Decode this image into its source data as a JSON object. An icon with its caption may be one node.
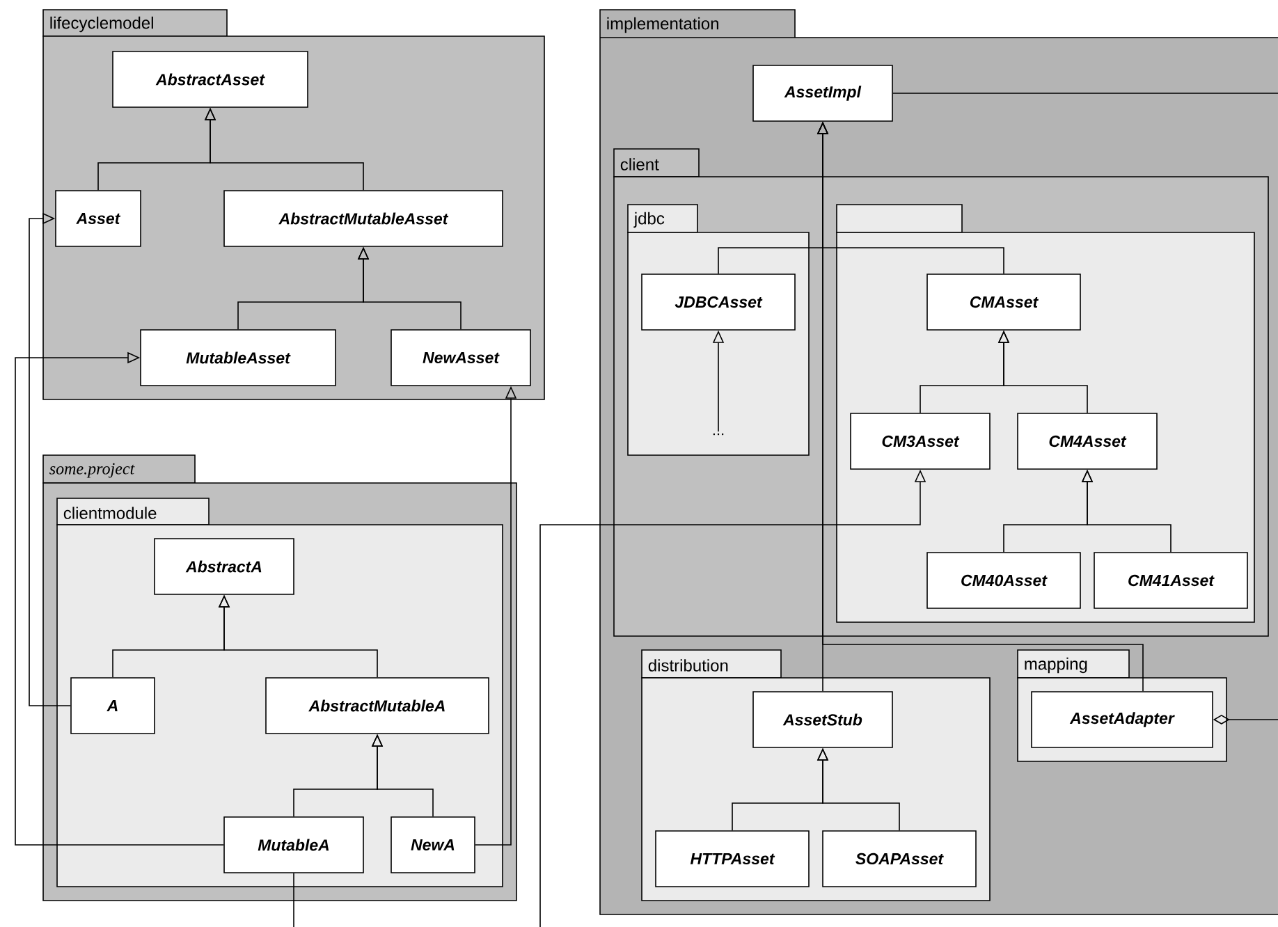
{
  "diagram": {
    "nodes": [
      {
        "text": [
          "lifecyclemodel"
        ]
      },
      {
        "text": [
          "AbstractAsset"
        ],
        "in": 0
      },
      {
        "text": [
          "Asset"
        ],
        "in": 0
      },
      {
        "text": [
          "AbstractMutableAsset"
        ],
        "in": 0
      },
      {
        "text": [
          "MutableAsset"
        ],
        "in": 0
      },
      {
        "text": [
          "NewAsset"
        ],
        "in": 0
      },
      {
        "text": [
          "some.project"
        ]
      },
      {
        "text": [
          "clientmodule"
        ],
        "in": 6
      },
      {
        "text": [
          "AbstractA"
        ],
        "in": 7
      },
      {
        "text": [
          "A"
        ],
        "in": 7
      },
      {
        "text": [
          "AbstractMutableA"
        ],
        "in": 7
      },
      {
        "text": [
          "MutableA"
        ],
        "in": 7
      },
      {
        "text": [
          "NewA"
        ],
        "in": 7
      },
      {
        "text": [
          "implementation"
        ]
      },
      {
        "text": [
          "AssetImpl"
        ],
        "in": 13
      },
      {
        "text": [
          "client"
        ],
        "in": 13
      },
      {
        "text": [
          "jdbc"
        ],
        "in": 15
      },
      {
        "text": [
          "JDBCAsset"
        ],
        "in": 16
      },
      {
        "text": [
          "..."
        ],
        "in": 16
      },
      {
        "text": [],
        "shape": "box",
        "in": 15
      },
      {
        "text": [
          "CMAsset"
        ],
        "in": 19
      },
      {
        "text": [
          "CM3Asset"
        ],
        "in": 19
      },
      {
        "text": [
          "CM4Asset"
        ],
        "in": 19
      },
      {
        "text": [
          "CM40Asset"
        ],
        "in": 19
      },
      {
        "text": [
          "CM41Asset"
        ],
        "in": 19
      },
      {
        "text": [
          "distribution"
        ],
        "in": 13
      },
      {
        "text": [
          "AssetStub"
        ],
        "in": 25
      },
      {
        "text": [
          "HTTPAsset"
        ],
        "in": 25
      },
      {
        "text": [
          "SOAPAsset"
        ],
        "in": 25
      },
      {
        "text": [
          "mapping"
        ],
        "in": 13
      },
      {
        "text": [
          "AssetAdapter"
        ],
        "in": 29
      }
    ],
    "edges": [
      {
        "from": 2,
        "to": 1,
        "arrow": "to"
      },
      {
        "from": 3,
        "to": 1,
        "arrow": "to"
      },
      {
        "from": 4,
        "to": 3,
        "arrow": "to"
      },
      {
        "from": 5,
        "to": 3,
        "arrow": "to"
      },
      {
        "from": 9,
        "to": 2,
        "arrow": "to"
      },
      {
        "from": 11,
        "to": 4,
        "arrow": "to"
      },
      {
        "from": 12,
        "to": 5,
        "arrow": "to"
      },
      {
        "from": 9,
        "to": 8,
        "arrow": "to"
      },
      {
        "from": 10,
        "to": 8,
        "arrow": "to"
      },
      {
        "from": 11,
        "to": 10,
        "arrow": "to"
      },
      {
        "from": 12,
        "to": 10,
        "arrow": "to"
      },
      {
        "from": 11,
        "to": null,
        "arrow": "none"
      },
      {
        "from": null,
        "to": 21,
        "arrow": "to"
      },
      {
        "from": 17,
        "to": 14,
        "arrow": "to"
      },
      {
        "from": 20,
        "to": 14,
        "arrow": "to"
      },
      {
        "from": 26,
        "to": 14,
        "arrow": "to"
      },
      {
        "from": 30,
        "to": 14,
        "arrow": "to"
      },
      {
        "from": 18,
        "to": 17,
        "arrow": "to"
      },
      {
        "from": 21,
        "to": 20,
        "arrow": "to"
      },
      {
        "from": 22,
        "to": 20,
        "arrow": "to"
      },
      {
        "from": 23,
        "to": 22,
        "arrow": "to"
      },
      {
        "from": 24,
        "to": 22,
        "arrow": "to"
      },
      {
        "from": 27,
        "to": 26,
        "arrow": "to"
      },
      {
        "from": 28,
        "to": 26,
        "arrow": "to"
      },
      {
        "from": 14,
        "to": null,
        "arrow": "none"
      },
      {
        "from": 30,
        "to": null,
        "arrow": "other"
      }
    ]
  }
}
